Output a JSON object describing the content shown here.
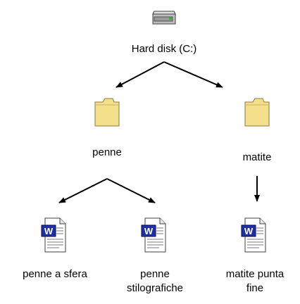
{
  "tree": {
    "root": {
      "label": "Hard disk (C:)",
      "icon": "hard-disk-icon"
    },
    "folders": [
      {
        "label": "penne",
        "icon": "folder-icon",
        "files": [
          {
            "label": "penne a sfera",
            "icon": "word-document-icon"
          },
          {
            "label": "penne\nstilografiche",
            "icon": "word-document-icon"
          }
        ]
      },
      {
        "label": "matite",
        "icon": "folder-icon",
        "files": [
          {
            "label": "matite punta\nfine",
            "icon": "word-document-icon"
          }
        ]
      }
    ]
  },
  "colors": {
    "background": "#ffffff",
    "folder_fill": "#f4e08a",
    "folder_outline": "#8a7a3a",
    "word_blue": "#1e2fa8",
    "arrow": "#000000"
  }
}
